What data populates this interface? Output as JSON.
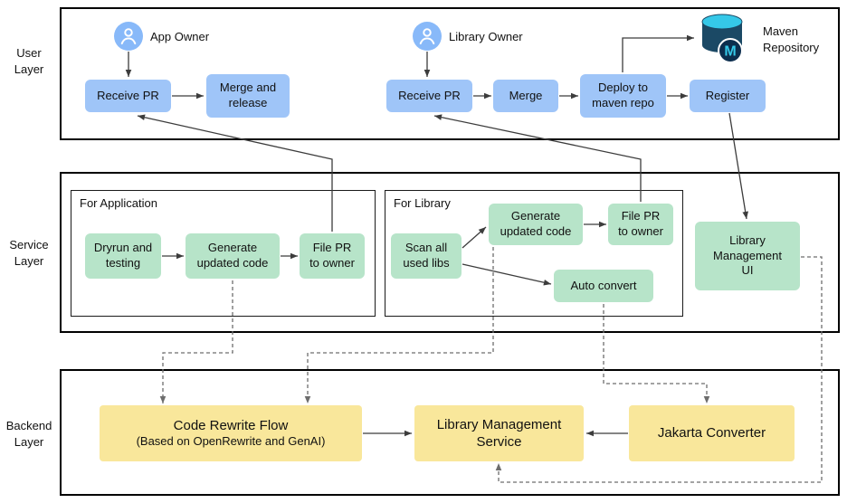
{
  "layers": {
    "user": {
      "label": "User\nLayer"
    },
    "service": {
      "label": "Service\nLayer"
    },
    "backend": {
      "label": "Backend\nLayer"
    }
  },
  "user": {
    "app_owner": "App Owner",
    "receive_pr_app": "Receive PR",
    "merge_release": "Merge and\nrelease",
    "library_owner": "Library Owner",
    "receive_pr_lib": "Receive PR",
    "merge": "Merge",
    "deploy": "Deploy to\nmaven repo",
    "register": "Register",
    "maven_label": "Maven\nRepository",
    "maven_m": "M"
  },
  "service": {
    "for_application": "For Application",
    "dryrun": "Dryrun and\ntesting",
    "generate_app": "Generate\nupdated code",
    "file_pr_app": "File PR\nto owner",
    "for_library": "For Library",
    "scan_libs": "Scan all\nused libs",
    "generate_lib": "Generate\nupdated code",
    "file_pr_lib": "File PR\nto owner",
    "auto_convert": "Auto convert",
    "library_management_ui": "Library\nManagement\nUI"
  },
  "backend": {
    "code_rewrite_title": "Code Rewrite Flow",
    "code_rewrite_subtitle": "(Based on OpenRewrite and GenAI)",
    "library_management_service": "Library Management\nService",
    "jakarta_converter": "Jakarta Converter"
  },
  "colors": {
    "node_blue": "#9fc5f8",
    "node_green": "#b7e4c9",
    "node_yellow": "#f9e79b",
    "icon_blue": "#88b9f9",
    "maven_cyan": "#35c8e8",
    "maven_navy": "#1b4965"
  }
}
